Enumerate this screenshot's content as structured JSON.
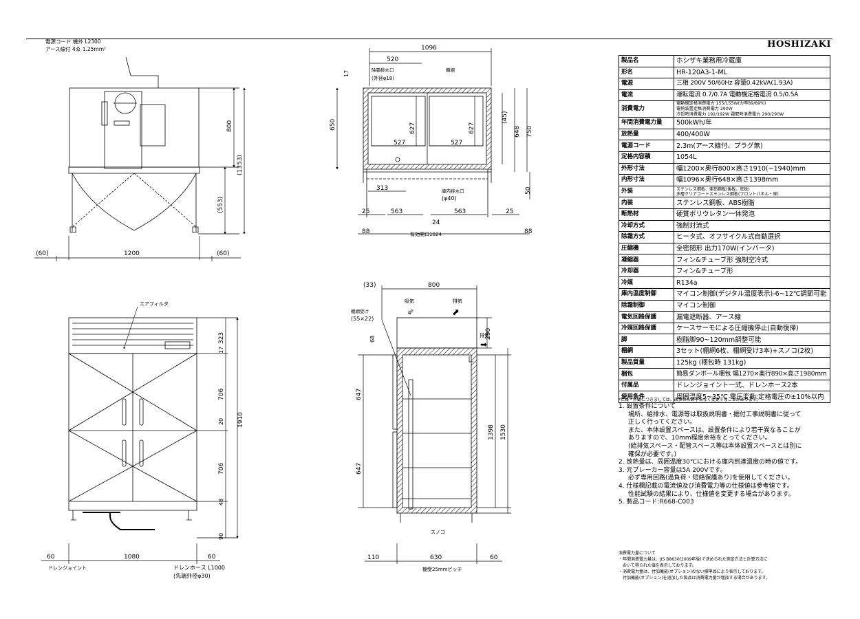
{
  "brand": "HOSHIZAKI",
  "drawing": {
    "top_left": {
      "cord_line1": "電源コード 機外 L2300",
      "cord_line2": "アース線付 4ゑ 1.25mm²",
      "dim_800": "800",
      "dim_1353": "(1353)",
      "dim_553": "(553)",
      "dim_60_left": "(60)",
      "dim_1200": "1200",
      "dim_60_right": "(60)"
    },
    "top_mid": {
      "dim_1096": "1096",
      "dim_520": "520",
      "label_drain": "除霜排水口",
      "label_drain_dia": "(外径φ18)",
      "label_shelf": "棚網",
      "dim_17": "17",
      "dim_650": "650",
      "dim_627_a": "627",
      "dim_627_b": "627",
      "dim_527_a": "527",
      "dim_527_b": "527",
      "dim_45": "(45)",
      "dim_648": "648",
      "dim_750": "750",
      "dim_313": "313",
      "label_inner_drain": "庫内排水口",
      "label_inner_drain_dia": "(φ40)",
      "dim_50": "50",
      "dim_25_a": "25",
      "dim_563_a": "563",
      "dim_563_b": "563",
      "dim_25_b": "25",
      "dim_24": "24",
      "dim_88_a": "88",
      "label_opening": "有効開口1024",
      "dim_88_b": "88"
    },
    "bottom_left": {
      "label_filter": "エアフィルタ",
      "dim_323": "323",
      "dim_17": "17",
      "dim_706_a": "706",
      "dim_20": "20",
      "dim_1910": "1910",
      "dim_706_b": "706",
      "dim_48": "48",
      "dim_90": "90",
      "dim_60_left": "60",
      "dim_1080": "1080",
      "dim_60_right": "60",
      "label_drain_joint": "ドレンジョイント",
      "label_drain_hose": "ドレンホース L1000",
      "label_hose_dia": "(先端外径φ30)"
    },
    "bottom_mid": {
      "dim_33": "(33)",
      "dim_800": "800",
      "label_intake": "吸気",
      "label_exhaust_top": "排気",
      "label_shelf_rail": "棚網受け",
      "label_rail_size": "(55×22)",
      "dim_290": "290",
      "label_exhaust_side": "排気",
      "dim_68": "68",
      "dim_647_a": "647",
      "dim_1398": "1398",
      "dim_1530": "1530",
      "dim_647_b": "647",
      "label_sunoko": "スノコ",
      "dim_110": "110",
      "dim_630": "630",
      "dim_60": "60",
      "label_pitch": "棚受25mmピッチ"
    }
  },
  "specs": [
    {
      "key": "製品名",
      "value": "ホシザキ業務用冷蔵庫"
    },
    {
      "key": "形名",
      "value": "HR-120A3-1-ML"
    },
    {
      "key": "電源",
      "value": "三相 200V 50/60Hz 容量0.42kVA(1.93A)"
    },
    {
      "key": "電流",
      "value": "運転電流 0.7/0.7A 電動機定格電流 0.5/0.5A"
    },
    {
      "key": "消費電力",
      "lines": [
        "電動機定格消費電力 155/155W(力率89/89%)",
        "電熱装置定格消費電力 290W",
        "冷却時消費電力 192/192W 霜取時消費電力 290/290W"
      ]
    },
    {
      "key": "年間消費電力量",
      "value": "500kWh/年"
    },
    {
      "key": "放熱量",
      "value": "400/400W"
    },
    {
      "key": "電源コード",
      "value": "2.3m(アース線付、プラグ無)"
    },
    {
      "key": "定格内容積",
      "value": "1054L"
    },
    {
      "key": "外形寸法",
      "value": "幅1200×奥行800×高さ1910(~1940)mm"
    },
    {
      "key": "内形寸法",
      "value": "幅1096×奥行648×高さ1398mm"
    },
    {
      "key": "外装",
      "lines": [
        "ステンレス鋼板、亜鉛鋼板(後板、底板)",
        "多層クリアコートステンレス鋼板(フロントパネル・扉)"
      ]
    },
    {
      "key": "内装",
      "value": "ステンレス鋼板、ABS樹脂"
    },
    {
      "key": "断熱材",
      "value": "硬質ポリウレタン一体発泡"
    },
    {
      "key": "冷却方式",
      "value": "強制対流式"
    },
    {
      "key": "除霜方式",
      "value": "ヒータ式、オフサイクル式自動選択"
    },
    {
      "key": "圧縮機",
      "value": "全密閉形 出力170W(インバータ)"
    },
    {
      "key": "凝縮器",
      "value": "フィン&チューブ形 強制空冷式"
    },
    {
      "key": "冷却器",
      "value": "フィン&チューブ形"
    },
    {
      "key": "冷媒",
      "value": "R134a"
    },
    {
      "key": "庫内温度制御",
      "value": "マイコン制御(デジタル温度表示)-6~12℃調節可能"
    },
    {
      "key": "除霜制御",
      "value": "マイコン制御"
    },
    {
      "key": "電気回路保護",
      "value": "漏電遮断器、アース線"
    },
    {
      "key": "冷媒回路保護",
      "value": "ケースサーモによる圧縮機停止(自動復帰)"
    },
    {
      "key": "脚",
      "value": "樹脂脚90~120mm調整可能"
    },
    {
      "key": "棚網",
      "value": "3セット(棚網6枚、棚網受け3本)+スノコ(2枚)"
    },
    {
      "key": "製品質量",
      "value": "125kg (梱包時 131kg)"
    },
    {
      "key": "梱包",
      "value": "簡易ダンボール梱包 幅1270×奥行890×高さ1980mm"
    },
    {
      "key": "付属品",
      "value": "ドレンジョイント一式、ドレンホース2本"
    },
    {
      "key": "使用条件",
      "value": "周囲温度5~35℃ 電圧変動:定格電圧の±10%以内"
    }
  ],
  "disclaimer": "*仕様・外観につきましては、改良のため予告なく変更することがあります。",
  "notes": {
    "n1": "1. 設置条件について",
    "n1a": "場所、給排水、電源等は取扱説明書・据付工事説明書に従って",
    "n1b": "正しく行ってください。",
    "n1c": "また、本体設置スペースは、設置条件により若干異なることが",
    "n1d": "ありますので、10mm程度余裕をとってください。",
    "n1e": "(給排気スペース・配管スペース等は本体設置スペースとは別に",
    "n1f": "確保が必要です。)",
    "n2": "2. 放熱量は、周囲温度30℃における庫内到達温度の時の値です。",
    "n3": "3. 元ブレーカー容量は5A 200Vです。",
    "n3a": "必ず専用回路(過負荷・短絡保護あり)を使用してください。",
    "n4": "4. 仕様欄記載の電流値及び消費電力等の仕様値は参考値です。",
    "n4a": "性能試験の結果により、仕様値を変更する場合があります。",
    "n5": "5. 製品コード:R668-C003"
  },
  "power_notes": {
    "title": "消費電力量について",
    "l1": "・年間消費電力量は、JIS B8630(2009年版)で決められた測定方法と計算方法に",
    "l2": "おいて得られた値を表示しております。",
    "l3": "・消費電力量は、付加機能(オプション)のない標準品により表示しております。",
    "l4": "付加機能(オプション)を追加した製品は消費電力量が増加する場合があります。"
  }
}
